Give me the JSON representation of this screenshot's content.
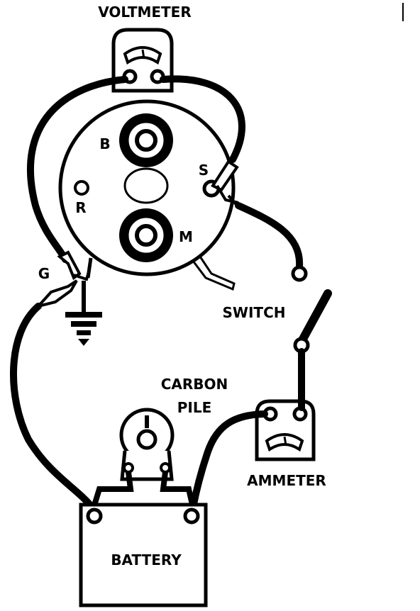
{
  "labels": {
    "voltmeter": "VOLTMETER",
    "ammeter": "AMMETER",
    "switch": "SWITCH",
    "carbon_line1": "CARBON",
    "carbon_line2": "PILE",
    "battery": "BATTERY",
    "terminal_b": "B",
    "terminal_s": "S",
    "terminal_r": "R",
    "terminal_m": "M",
    "terminal_g": "G"
  },
  "colors": {
    "ink": "#000000",
    "paper": "#ffffff"
  }
}
